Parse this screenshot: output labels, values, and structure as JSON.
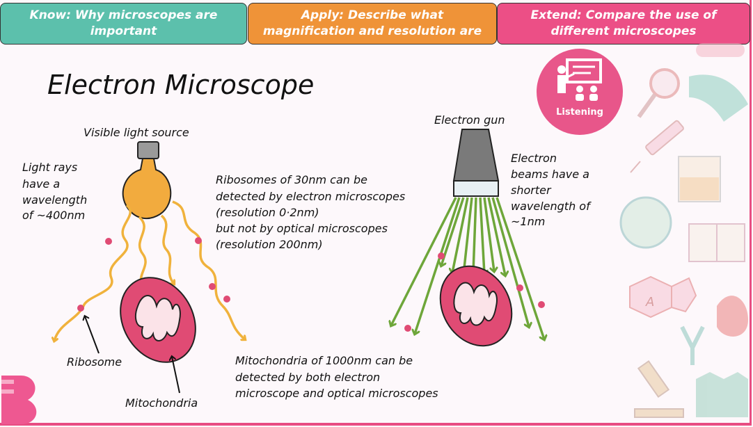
{
  "header": {
    "know": "Know: Why microscopes are important",
    "apply": "Apply: Describe what magnification and resolution are",
    "extend": "Extend: Compare the use of different microscopes"
  },
  "title": "Electron Microscope",
  "badge": {
    "label": "Listening",
    "icon": "teacher-presentation-icon"
  },
  "left_diagram": {
    "light_source": "Visible light source",
    "light_rays": [
      "Light rays",
      "have a",
      "wavelength",
      "of ~400nm"
    ],
    "ribosome": "Ribosome",
    "mitochondria": "Mitochondria"
  },
  "middle_text": {
    "ribosome_note": [
      "Ribosomes of 30nm can be",
      "detected by electron microscopes",
      "(resolution 0·2nm)",
      "but not by optical microscopes",
      "(resolution 200nm)"
    ],
    "mitochondria_note": [
      "Mitochondria of 1000nm can be",
      "detected by both electron",
      "microscope and optical microscopes"
    ]
  },
  "right_diagram": {
    "electron_gun": "Electron gun",
    "electron_beams": [
      "Electron",
      "beams have a",
      "shorter",
      "wavelength of",
      "~1nm"
    ]
  },
  "decorations": {
    "molecule_letter": "A"
  },
  "colors": {
    "teal": "#5cc0ac",
    "orange": "#ef9338",
    "pink": "#ec4f86",
    "ray": "#f0b23c",
    "beam": "#6ea63a",
    "mito": "#e04b74"
  }
}
